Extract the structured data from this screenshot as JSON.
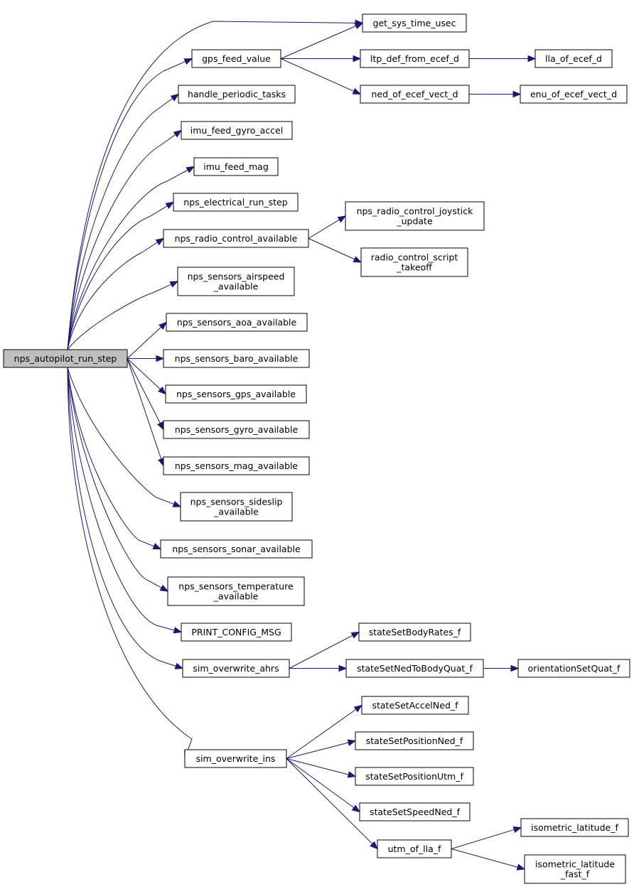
{
  "nodes": {
    "n0": {
      "label": [
        "nps_autopilot_run_step"
      ],
      "root": true
    },
    "n1": {
      "label": [
        "get_sys_time_usec"
      ]
    },
    "n2": {
      "label": [
        "gps_feed_value"
      ]
    },
    "n3": {
      "label": [
        "ltp_def_from_ecef_d"
      ]
    },
    "n4": {
      "label": [
        "lla_of_ecef_d"
      ]
    },
    "n5": {
      "label": [
        "ned_of_ecef_vect_d"
      ]
    },
    "n6": {
      "label": [
        "enu_of_ecef_vect_d"
      ]
    },
    "n7": {
      "label": [
        "handle_periodic_tasks"
      ]
    },
    "n8": {
      "label": [
        "imu_feed_gyro_accel"
      ]
    },
    "n9": {
      "label": [
        "imu_feed_mag"
      ]
    },
    "n10": {
      "label": [
        "nps_electrical_run_step"
      ]
    },
    "n11": {
      "label": [
        "nps_radio_control_available"
      ]
    },
    "n12": {
      "label": [
        "nps_radio_control_joystick",
        "_update"
      ]
    },
    "n13": {
      "label": [
        "radio_control_script",
        "_takeoff"
      ]
    },
    "n14": {
      "label": [
        "nps_sensors_airspeed",
        "_available"
      ]
    },
    "n15": {
      "label": [
        "nps_sensors_aoa_available"
      ]
    },
    "n16": {
      "label": [
        "nps_sensors_baro_available"
      ]
    },
    "n17": {
      "label": [
        "nps_sensors_gps_available"
      ]
    },
    "n18": {
      "label": [
        "nps_sensors_gyro_available"
      ]
    },
    "n19": {
      "label": [
        "nps_sensors_mag_available"
      ]
    },
    "n20": {
      "label": [
        "nps_sensors_sideslip",
        "_available"
      ]
    },
    "n21": {
      "label": [
        "nps_sensors_sonar_available"
      ]
    },
    "n22": {
      "label": [
        "nps_sensors_temperature",
        "_available"
      ]
    },
    "n23": {
      "label": [
        "PRINT_CONFIG_MSG"
      ]
    },
    "n24": {
      "label": [
        "sim_overwrite_ahrs"
      ]
    },
    "n25": {
      "label": [
        "stateSetBodyRates_f"
      ]
    },
    "n26": {
      "label": [
        "stateSetNedToBodyQuat_f"
      ]
    },
    "n27": {
      "label": [
        "orientationSetQuat_f"
      ]
    },
    "n28": {
      "label": [
        "sim_overwrite_ins"
      ]
    },
    "n29": {
      "label": [
        "stateSetAccelNed_f"
      ]
    },
    "n30": {
      "label": [
        "stateSetPositionNed_f"
      ]
    },
    "n31": {
      "label": [
        "stateSetPositionUtm_f"
      ]
    },
    "n32": {
      "label": [
        "stateSetSpeedNed_f"
      ]
    },
    "n33": {
      "label": [
        "utm_of_lla_f"
      ]
    },
    "n34": {
      "label": [
        "isometric_latitude_f"
      ]
    },
    "n35": {
      "label": [
        "isometric_latitude",
        "_fast_f"
      ]
    }
  },
  "edges": [
    [
      "n0",
      "n1"
    ],
    [
      "n0",
      "n2"
    ],
    [
      "n0",
      "n7"
    ],
    [
      "n0",
      "n8"
    ],
    [
      "n0",
      "n9"
    ],
    [
      "n0",
      "n10"
    ],
    [
      "n0",
      "n11"
    ],
    [
      "n0",
      "n14"
    ],
    [
      "n0",
      "n15"
    ],
    [
      "n0",
      "n16"
    ],
    [
      "n0",
      "n17"
    ],
    [
      "n0",
      "n18"
    ],
    [
      "n0",
      "n19"
    ],
    [
      "n0",
      "n20"
    ],
    [
      "n0",
      "n21"
    ],
    [
      "n0",
      "n22"
    ],
    [
      "n0",
      "n23"
    ],
    [
      "n0",
      "n24"
    ],
    [
      "n0",
      "n28"
    ],
    [
      "n2",
      "n1"
    ],
    [
      "n2",
      "n3"
    ],
    [
      "n2",
      "n5"
    ],
    [
      "n3",
      "n4"
    ],
    [
      "n5",
      "n6"
    ],
    [
      "n11",
      "n12"
    ],
    [
      "n11",
      "n13"
    ],
    [
      "n24",
      "n25"
    ],
    [
      "n24",
      "n26"
    ],
    [
      "n26",
      "n27"
    ],
    [
      "n28",
      "n29"
    ],
    [
      "n28",
      "n30"
    ],
    [
      "n28",
      "n31"
    ],
    [
      "n28",
      "n32"
    ],
    [
      "n28",
      "n33"
    ],
    [
      "n33",
      "n34"
    ],
    [
      "n33",
      "n35"
    ]
  ]
}
